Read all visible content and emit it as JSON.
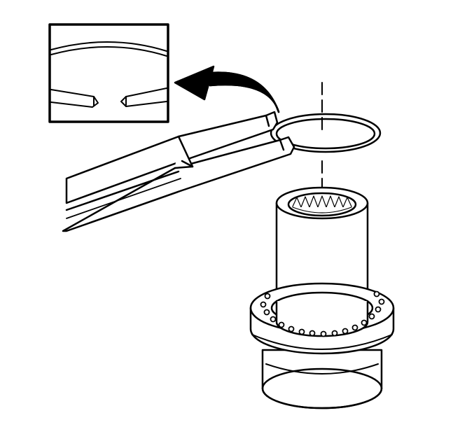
{
  "figure": {
    "background_color": "#ffffff",
    "stroke_color": "#000000",
    "fill_color": "#ffffff",
    "components": [
      "inset-detail-box",
      "ring-ends-detail",
      "curved-arrow-icon",
      "snap-ring-pliers",
      "snap-ring",
      "centerline-dashed",
      "splined-shaft-housing",
      "bearing-race"
    ]
  }
}
